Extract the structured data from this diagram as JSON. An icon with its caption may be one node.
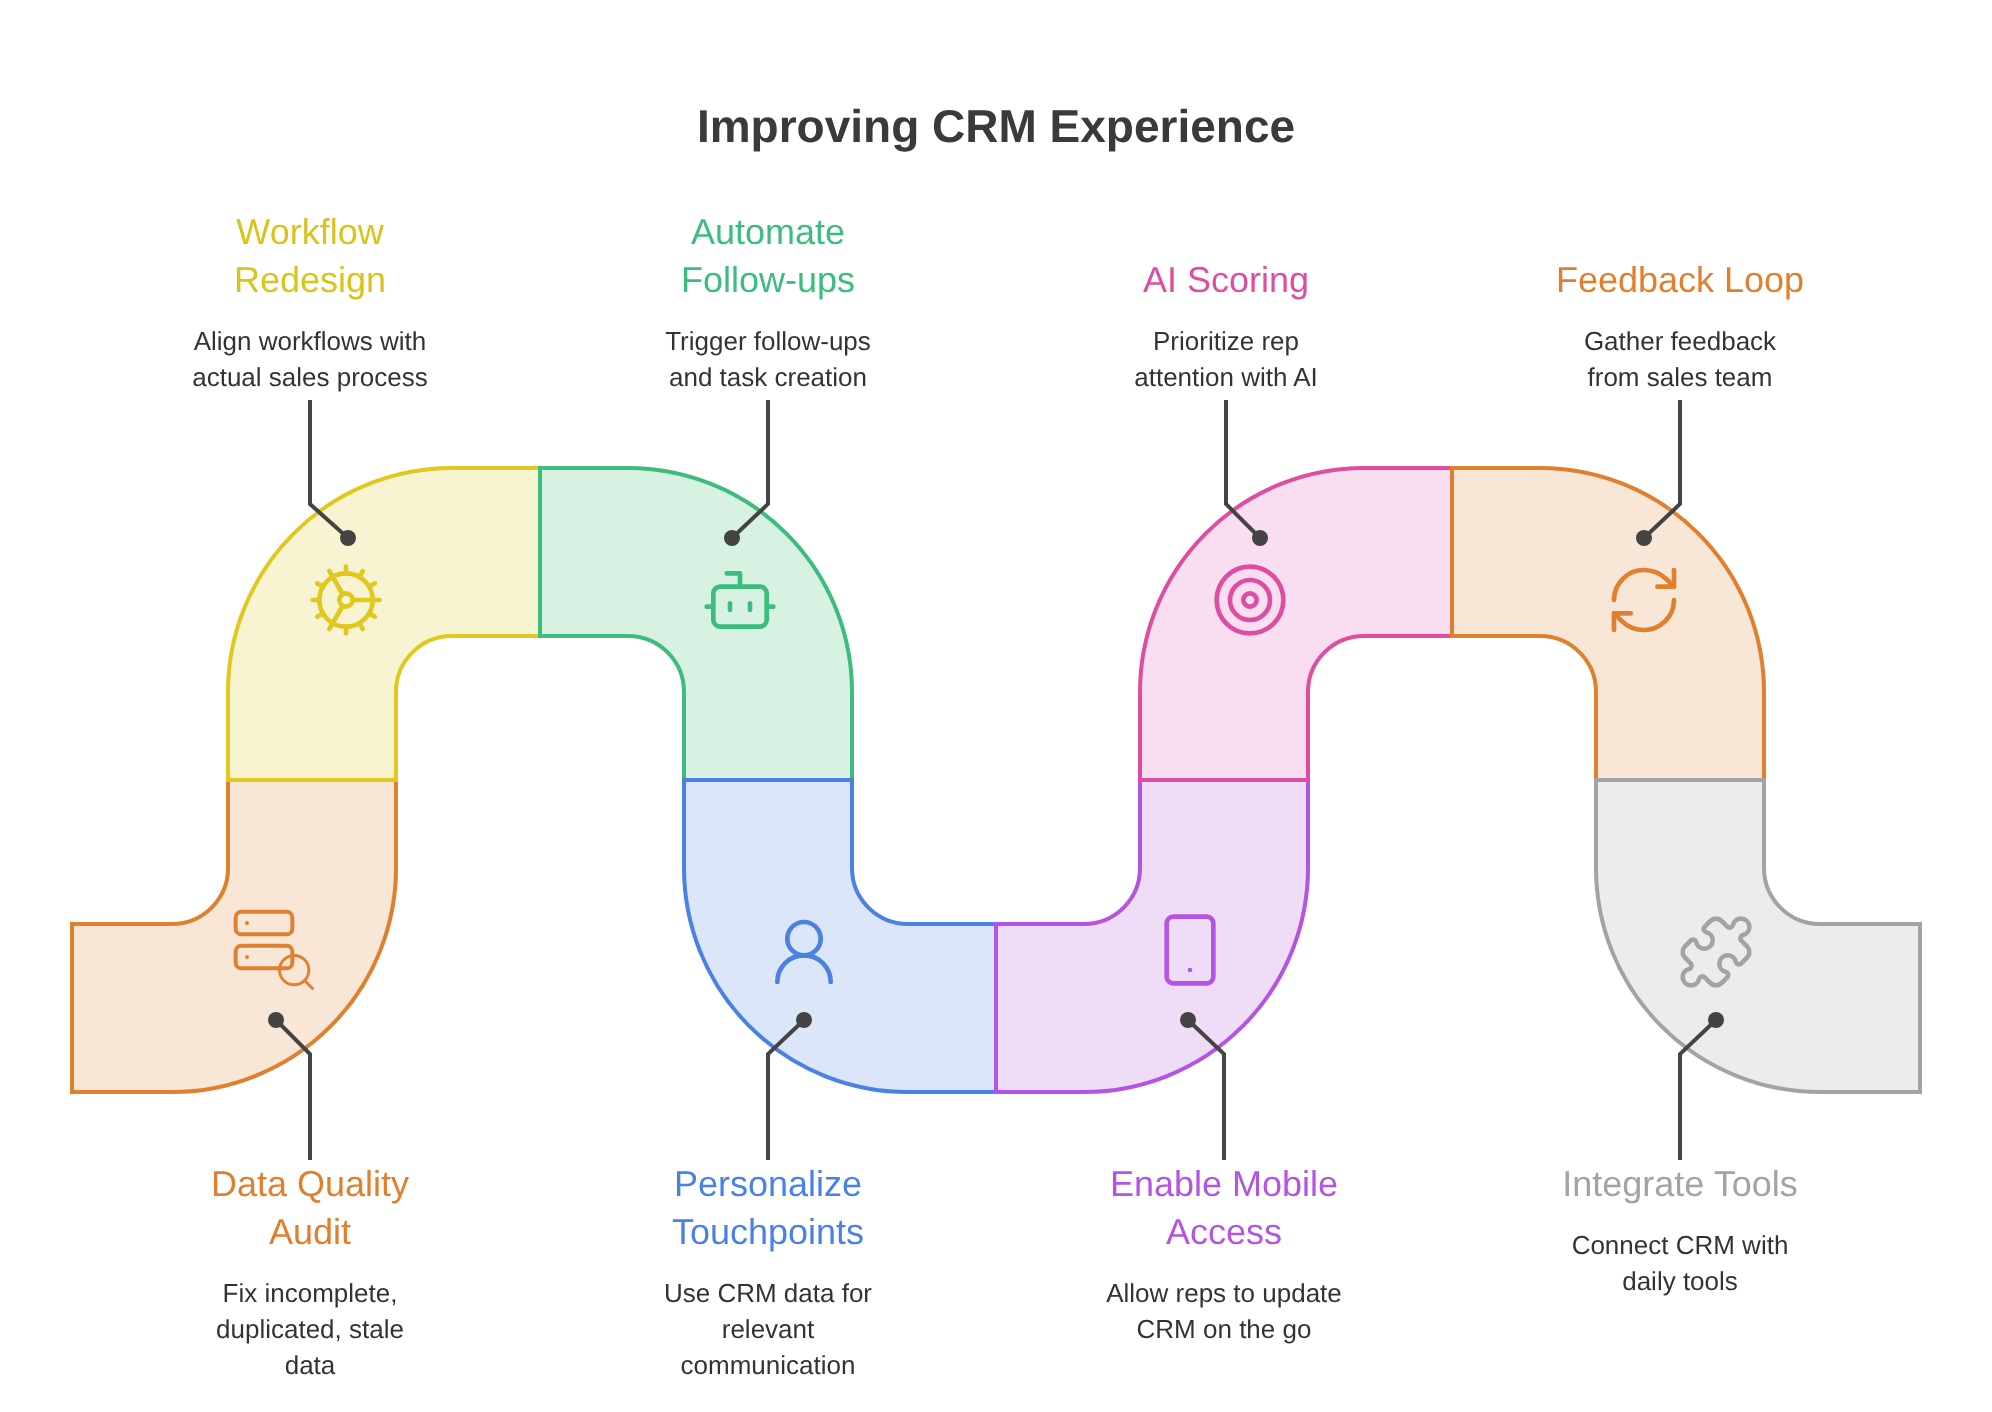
{
  "diagram": {
    "title": "Improving CRM Experience",
    "nodes": [
      {
        "text": [
          "Workflow Redesign",
          "Align workflows with actual sales process"
        ]
      },
      {
        "text": [
          "Automate Follow-ups",
          "Trigger follow-ups and task creation"
        ]
      },
      {
        "text": [
          "AI Scoring",
          "Prioritize rep attention with AI"
        ]
      },
      {
        "text": [
          "Feedback Loop",
          "Gather feedback from sales team"
        ]
      },
      {
        "text": [
          "Data Quality Audit",
          "Fix incomplete, duplicated, stale data"
        ]
      },
      {
        "text": [
          "Personalize Touchpoints",
          "Use CRM data for relevant communication"
        ]
      },
      {
        "text": [
          "Enable Mobile Access",
          "Allow reps to update CRM on the go"
        ]
      },
      {
        "text": [
          "Integrate Tools",
          "Connect CRM with daily tools"
        ]
      },
      {
        "text": [],
        "shape": "band"
      },
      {
        "text": [],
        "shape": "band"
      },
      {
        "text": [],
        "shape": "band"
      },
      {
        "text": [],
        "shape": "band"
      },
      {
        "text": [],
        "shape": "band"
      },
      {
        "text": [],
        "shape": "band"
      },
      {
        "text": [],
        "shape": "band"
      },
      {
        "text": [],
        "shape": "band"
      }
    ],
    "edges": [
      {
        "from": 0,
        "to": 9,
        "arrow": "other"
      },
      {
        "from": 1,
        "to": 10,
        "arrow": "other"
      },
      {
        "from": 2,
        "to": 13,
        "arrow": "other"
      },
      {
        "from": 3,
        "to": 14,
        "arrow": "other"
      },
      {
        "from": 4,
        "to": 8,
        "arrow": "other"
      },
      {
        "from": 5,
        "to": 11,
        "arrow": "other"
      },
      {
        "from": 6,
        "to": 12,
        "arrow": "other"
      },
      {
        "from": 7,
        "to": 15,
        "arrow": "other"
      }
    ]
  }
}
